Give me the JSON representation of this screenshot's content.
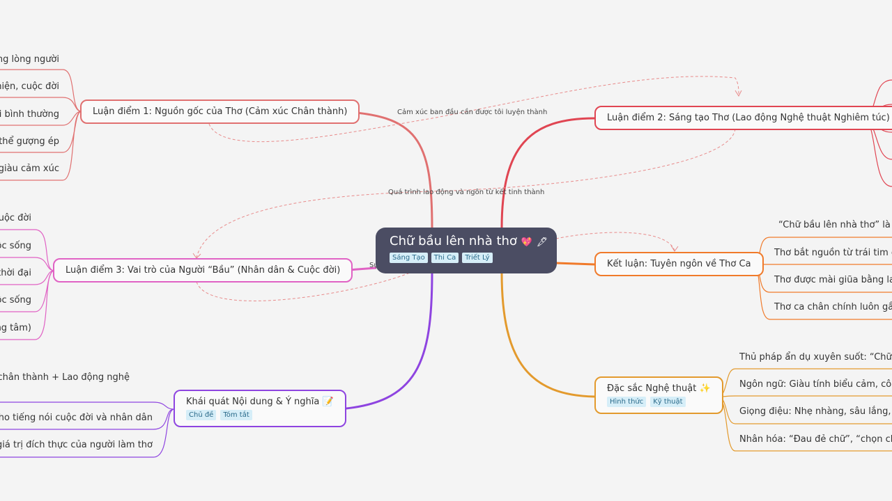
{
  "root": {
    "title": "Chữ bầu lên nhà thơ",
    "icons": [
      "heart-icon",
      "pen-icon"
    ],
    "tags": [
      "Sáng Tạo",
      "Thi Ca",
      "Triết Lý"
    ]
  },
  "colors": {
    "root_bg": "#4b4d63",
    "branch1": "#e07070",
    "branch2": "#e04552",
    "branch3": "#e062c4",
    "branch4": "#8e44e0",
    "branch5": "#f07a2a",
    "branch6": "#e39a2d",
    "relation": "#e88a8a"
  },
  "branches": {
    "b1": {
      "label": "Luận điểm 1: Nguồn gốc của Thơ (Cảm xúc Chân thành)",
      "children": [
        "ong lòng người",
        "hiện, cuộc đời",
        "ái bình thường",
        "g thể gượng ép",
        ", giàu cảm xúc"
      ]
    },
    "b2": {
      "label": "Luận điểm 2: Sáng tạo Thơ (Lao động Nghệ thuật Nghiêm túc)"
    },
    "b3": {
      "label": "Luận điểm 3: Vai trò của Người “Bầu” (Nhân dân & Cuộc đời)",
      "children": [
        "uộc đời",
        "ộc sống",
        "thời đại",
        "ộc sống",
        "ng tâm)"
      ]
    },
    "b4": {
      "label": "Khái quát Nội dung & Ý nghĩa",
      "icon": "memo-icon",
      "tags": [
        "Chủ đề",
        "Tóm tắt"
      ],
      "children": [
        "úc chân thành + Lao động nghệ",
        "n cho tiếng nói cuộc đời và nhân dân",
        "nh giá trị đích thực của người làm thơ"
      ]
    },
    "b5": {
      "label": "Kết luận: Tuyên ngôn về Thơ Ca",
      "children": [
        "“Chữ bầu lên nhà thơ” là p",
        "Thơ bắt nguồn từ trái tim chá",
        "Thơ được mài giũa bằng lao đ",
        "Thơ ca chân chính luôn gắn k"
      ]
    },
    "b6": {
      "label": "Đặc sắc Nghệ thuật",
      "icon": "sparkles-icon",
      "tags": [
        "Hình thức",
        "Kỹ thuật"
      ],
      "children": [
        "Thủ pháp ẩn dụ xuyên suốt: “Chữ bầ",
        "Ngôn ngữ: Giàu tính biểu cảm, cô đọn",
        "Giọng điệu: Nhẹ nhàng, sâu lắng, triế",
        "Nhân hóa: “Đau đẻ chữ”, “chọn ch"
      ]
    }
  },
  "relations": {
    "r1": "Cảm xúc ban đầu cần được tôi luyện thành",
    "r2": "Quá trình lao động và ngôn từ kết tinh thành",
    "r3": "Sự"
  }
}
